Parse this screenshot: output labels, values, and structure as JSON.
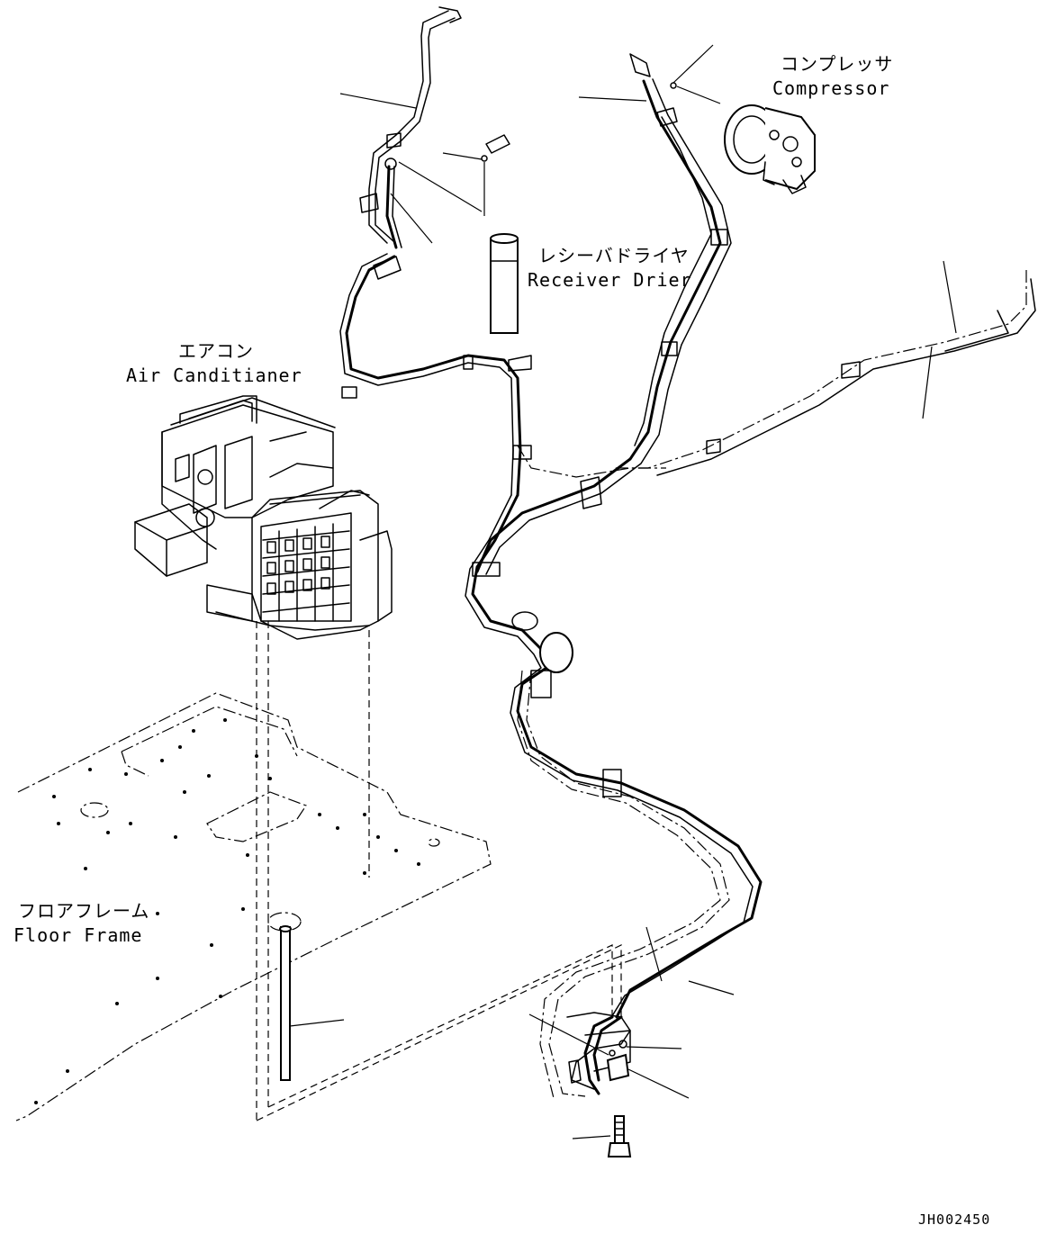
{
  "labels": {
    "compressor_jp": "コンプレッサ",
    "compressor_en": "Compressor",
    "receiver_drier_jp": "レシーバドライヤ",
    "receiver_drier_en": "Receiver Drier",
    "air_conditioner_jp": "エアコン",
    "air_conditioner_en": "Air Canditianer",
    "floor_frame_jp": "フロアフレーム",
    "floor_frame_en": "Floor Frame"
  },
  "drawing_code": "JH002450"
}
